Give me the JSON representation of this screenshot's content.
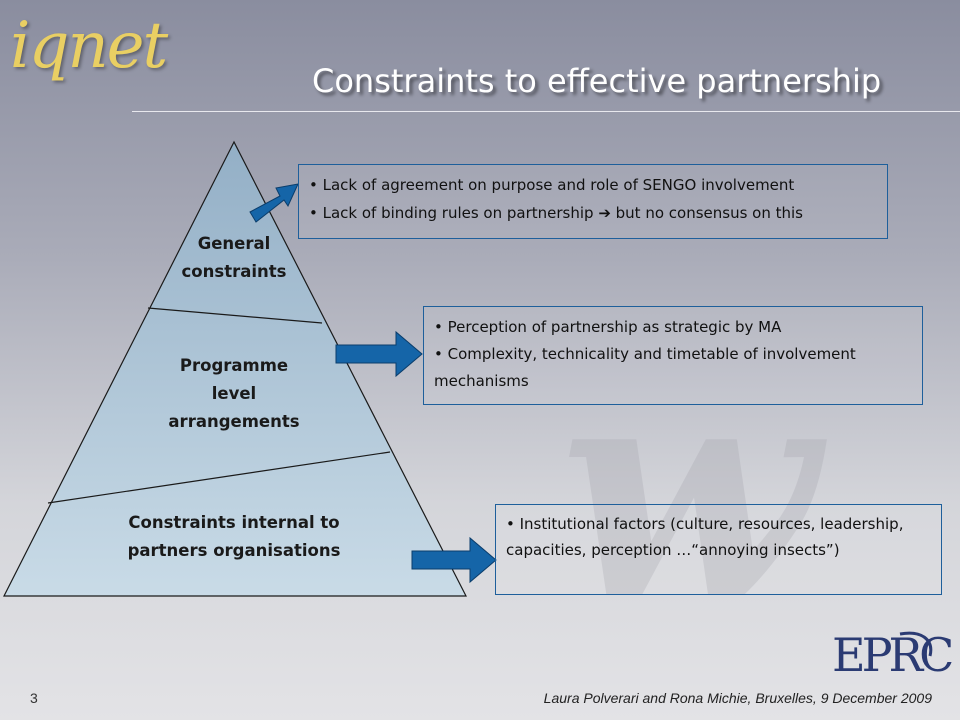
{
  "logo": {
    "text": "iqnet"
  },
  "title": "Constraints to effective partnership",
  "pyramid": {
    "levels": [
      {
        "label_lines": [
          "General",
          "constraints"
        ]
      },
      {
        "label_lines": [
          "Programme",
          "level",
          "arrangements"
        ]
      },
      {
        "label_lines": [
          "Constraints internal to",
          "partners organisations"
        ]
      }
    ]
  },
  "boxes": {
    "general": {
      "bullets": [
        "• Lack of agreement on purpose and role of SENGO involvement",
        "• Lack of binding rules on partnership  ➔  but no consensus on this"
      ]
    },
    "programme": {
      "bullets": [
        "• Perception of partnership as strategic by MA",
        "• Complexity, technicality and timetable of involvement mechanisms"
      ]
    },
    "internal": {
      "bullets": [
        "• Institutional factors (culture, resources, leadership, capacities, perception …“annoying insects”)"
      ]
    }
  },
  "footer": {
    "slide_number": "3",
    "credit": "Laura Polverari and Rona Michie, Bruxelles, 9 December 2009"
  },
  "brand": {
    "eprc": "EPRC"
  },
  "colors": {
    "pyramid_fill": "#b7cfdf",
    "arrow_fill": "#1565a8",
    "box_border": "#1e5f9b",
    "title_text": "#ffffff",
    "logo_gold": "#e9cf63",
    "eprc_blue": "#2b3b73"
  }
}
